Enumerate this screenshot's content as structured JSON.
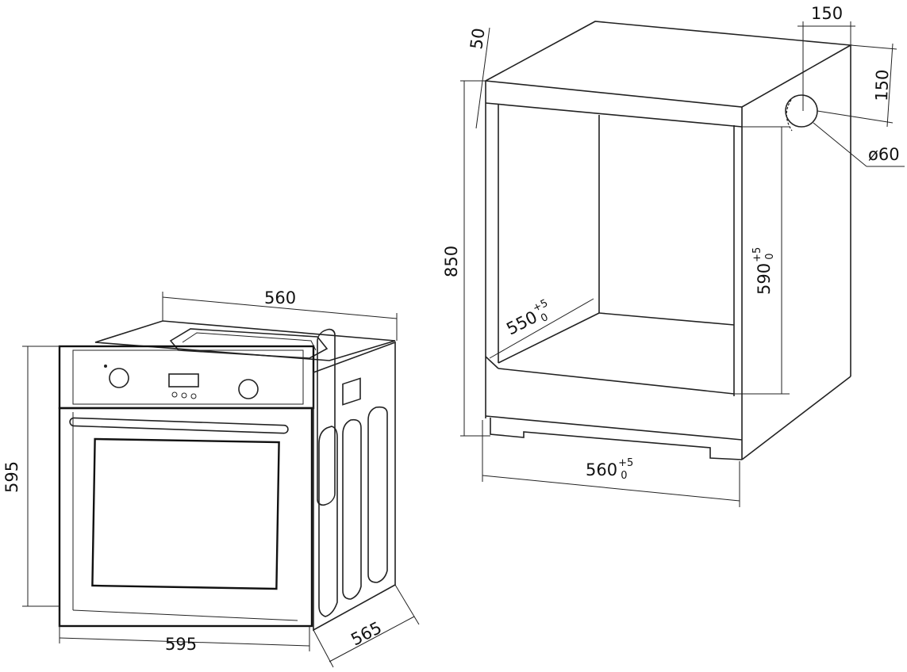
{
  "oven": {
    "width_top": "560",
    "height": "595",
    "width_front": "595",
    "depth": "565"
  },
  "cabinet": {
    "top_thickness": "50",
    "vent_offset_x": "150",
    "vent_offset_y": "150",
    "vent_diameter": "ø60",
    "total_height": "850",
    "opening_height": "590",
    "opening_height_tol_upper": "+5",
    "opening_height_tol_lower": "0",
    "opening_depth": "550",
    "opening_depth_tol_upper": "+5",
    "opening_depth_tol_lower": "0",
    "opening_width": "560",
    "opening_width_tol_upper": "+5",
    "opening_width_tol_lower": "0"
  }
}
